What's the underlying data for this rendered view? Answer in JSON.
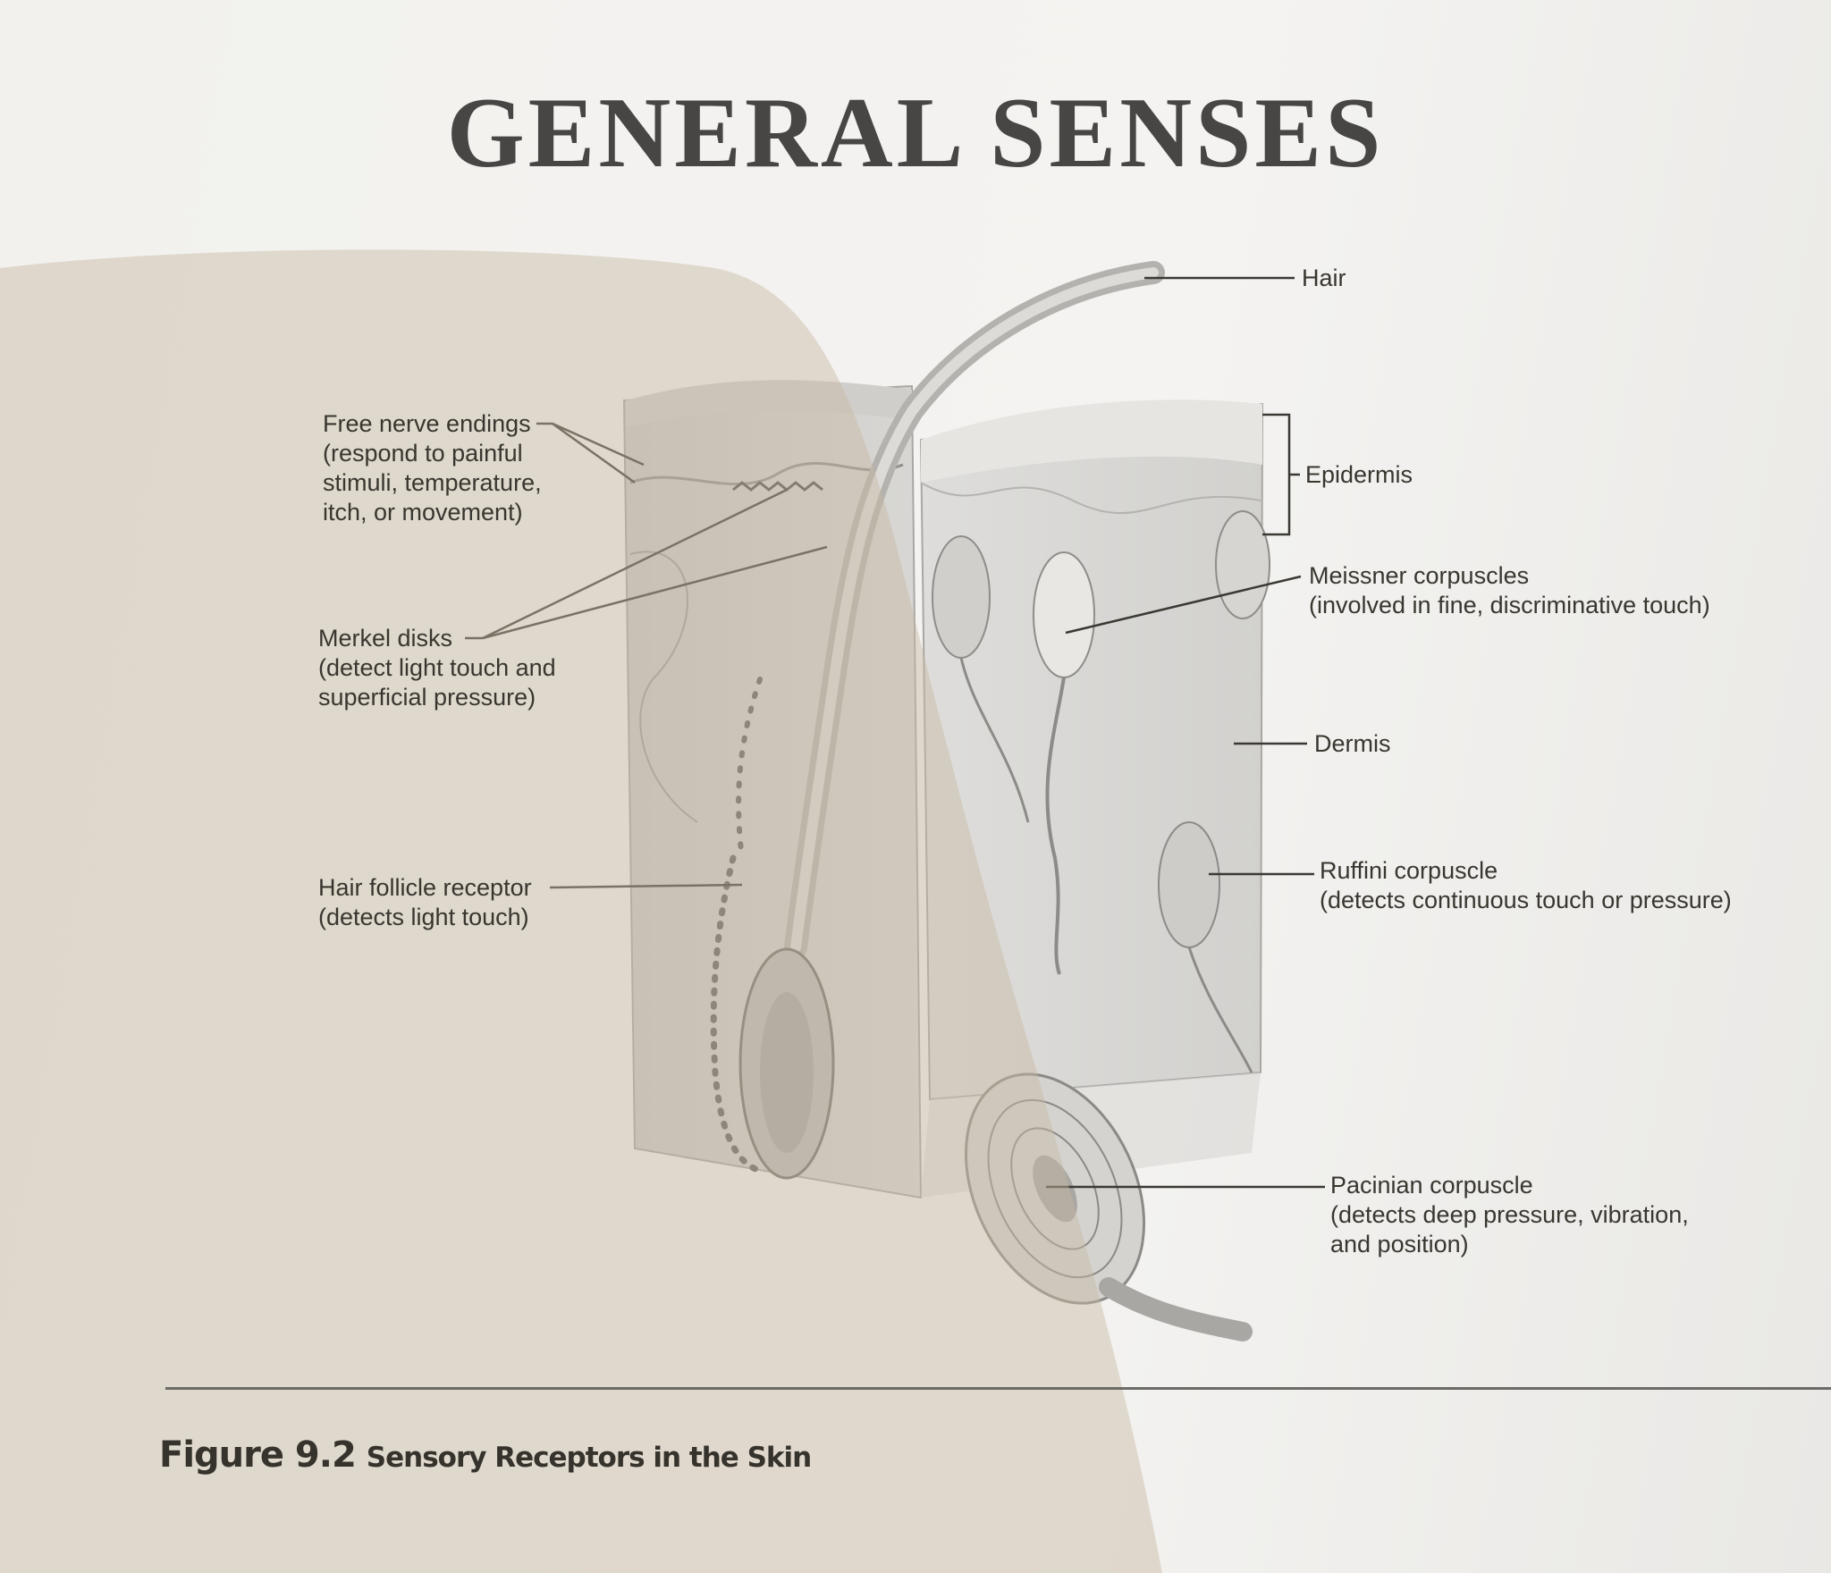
{
  "title": "GENERAL SENSES",
  "labels": {
    "free_nerve": [
      "Free nerve endings",
      "(respond to painful",
      "stimuli, temperature,",
      "itch, or movement)"
    ],
    "merkel": [
      "Merkel disks",
      "(detect light touch and",
      "superficial pressure)"
    ],
    "hair_follicle": [
      "Hair follicle receptor",
      "(detects light touch)"
    ],
    "hair": "Hair",
    "epidermis": "Epidermis",
    "meissner": [
      "Meissner corpuscles",
      "(involved in fine, discriminative touch)"
    ],
    "dermis": "Dermis",
    "ruffini": [
      "Ruffini corpuscle",
      "(detects continuous touch or pressure)"
    ],
    "pacinian": [
      "Pacinian corpuscle",
      "(detects deep pressure, vibration,",
      "and position)"
    ]
  },
  "caption": {
    "figure_number": "Figure 9.2",
    "figure_title": "Sensory Receptors in the Skin"
  },
  "colors": {
    "shadow": "#d9cfc2",
    "ink": "#38362f",
    "tissue": "#dcdcda",
    "tissue_dark": "#c4c3c0"
  }
}
